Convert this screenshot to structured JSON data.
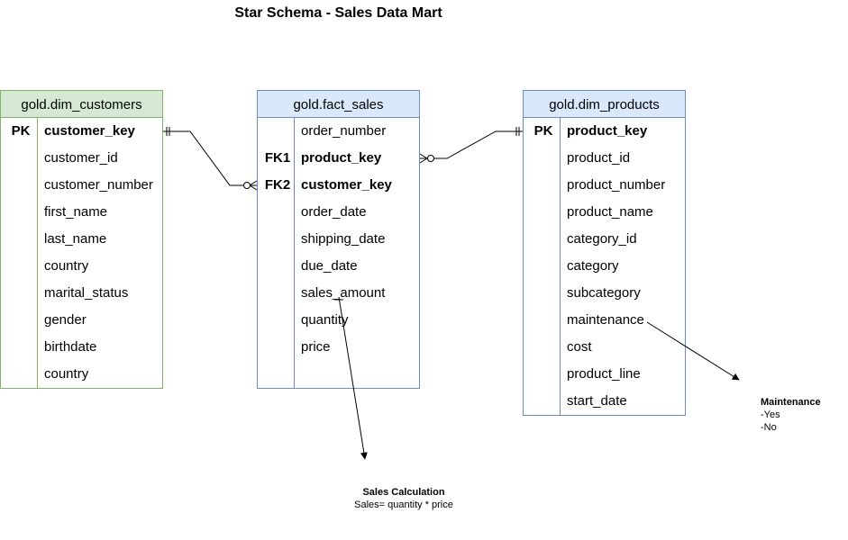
{
  "title": "Star Schema - Sales Data Mart",
  "tables": {
    "dim_customers": {
      "name": "gold.dim_customers",
      "rows": [
        {
          "key": "PK",
          "field": "customer_key",
          "bold": true
        },
        {
          "key": "",
          "field": "customer_id"
        },
        {
          "key": "",
          "field": "customer_number"
        },
        {
          "key": "",
          "field": "first_name"
        },
        {
          "key": "",
          "field": "last_name"
        },
        {
          "key": "",
          "field": "country"
        },
        {
          "key": "",
          "field": "marital_status"
        },
        {
          "key": "",
          "field": "gender"
        },
        {
          "key": "",
          "field": "birthdate"
        },
        {
          "key": "",
          "field": "country"
        }
      ]
    },
    "fact_sales": {
      "name": "gold.fact_sales",
      "rows": [
        {
          "key": "",
          "field": "order_number"
        },
        {
          "key": "FK1",
          "field": "product_key",
          "bold": true
        },
        {
          "key": "FK2",
          "field": "customer_key",
          "bold": true
        },
        {
          "key": "",
          "field": "order_date"
        },
        {
          "key": "",
          "field": "shipping_date"
        },
        {
          "key": "",
          "field": "due_date"
        },
        {
          "key": "",
          "field": "sales_amount"
        },
        {
          "key": "",
          "field": "quantity"
        },
        {
          "key": "",
          "field": "price"
        },
        {
          "key": "",
          "field": ""
        }
      ]
    },
    "dim_products": {
      "name": "gold.dim_products",
      "rows": [
        {
          "key": "PK",
          "field": "product_key",
          "bold": true
        },
        {
          "key": "",
          "field": "product_id"
        },
        {
          "key": "",
          "field": "product_number"
        },
        {
          "key": "",
          "field": "product_name"
        },
        {
          "key": "",
          "field": "category_id"
        },
        {
          "key": "",
          "field": "category"
        },
        {
          "key": "",
          "field": "subcategory"
        },
        {
          "key": "",
          "field": "maintenance"
        },
        {
          "key": "",
          "field": "cost"
        },
        {
          "key": "",
          "field": "product_line"
        },
        {
          "key": "",
          "field": "start_date"
        }
      ]
    }
  },
  "notes": {
    "maintenance": {
      "title": "Maintenance",
      "lines": [
        "-Yes",
        "-No"
      ]
    },
    "sales": {
      "title": "Sales Calculation",
      "formula": "Sales= quantity * price"
    }
  },
  "colors": {
    "dim_header_fill": "#d5e8d4",
    "dim_border": "#82b366",
    "fact_header_fill": "#dae8fc",
    "fact_border": "#6c8ebf"
  }
}
